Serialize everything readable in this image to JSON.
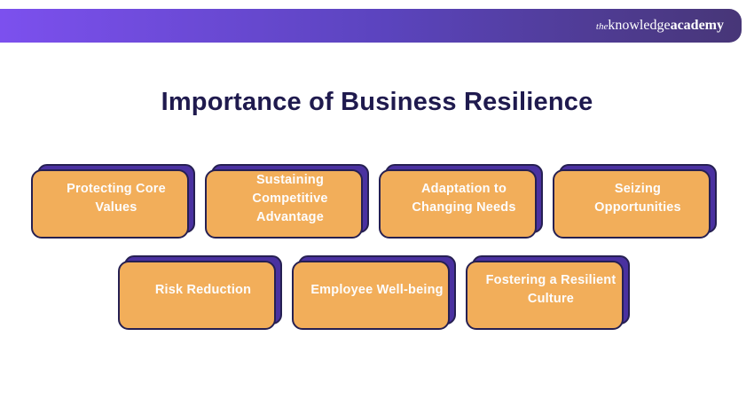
{
  "header": {
    "logo": {
      "the": "the",
      "knowledge": "knowledge",
      "academy": "academy"
    }
  },
  "title": "Importance of Business Resilience",
  "boxes": [
    {
      "label": "Protecting Core Values"
    },
    {
      "label": "Sustaining Competitive Advantage"
    },
    {
      "label": "Adaptation to Changing Needs"
    },
    {
      "label": "Seizing Opportunities"
    },
    {
      "label": "Risk Reduction"
    },
    {
      "label": "Employee Well-being"
    },
    {
      "label": "Fostering a Resilient Culture"
    }
  ],
  "colors": {
    "box_fill": "#4A31A0",
    "box_shadow": "#F2AE5A",
    "box_outline": "#262052",
    "header_gradient_start": "#7C50EE",
    "header_gradient_end": "#473677",
    "title_text": "#1F1A4E",
    "box_text": "#FDFDFE"
  }
}
